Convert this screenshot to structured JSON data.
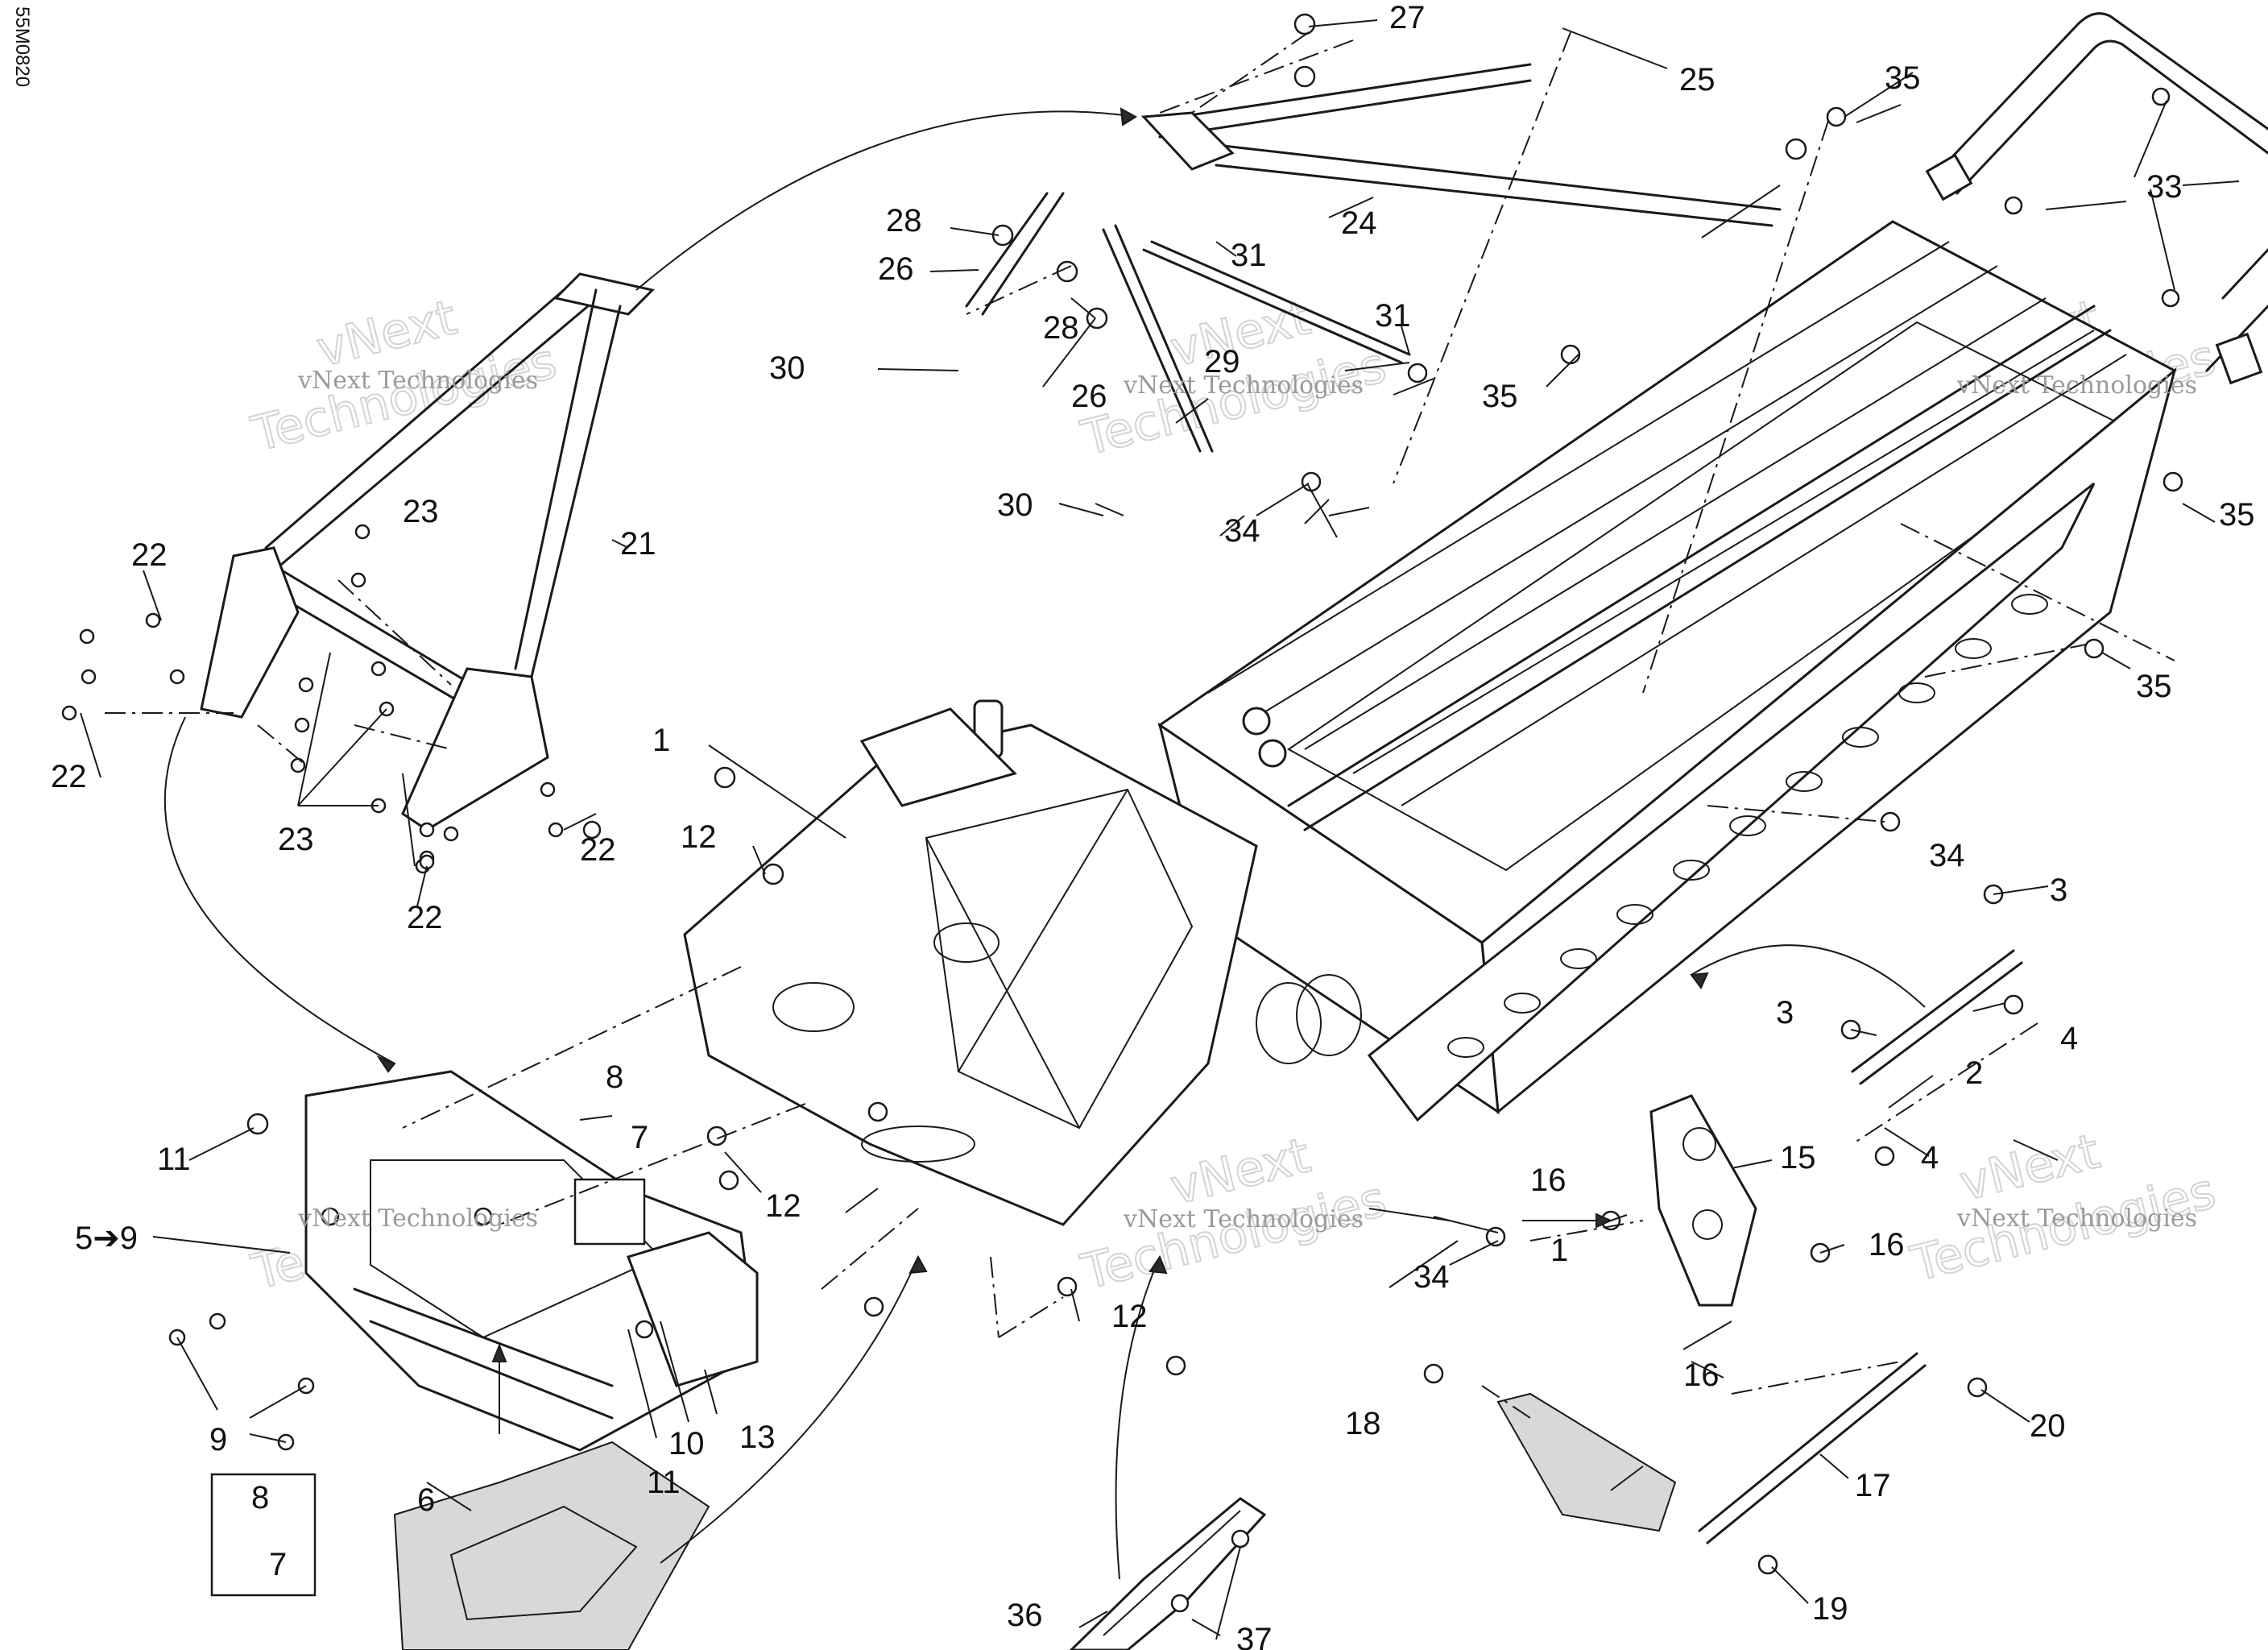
{
  "drawing_code": "55M0820",
  "watermark": {
    "small": "vNext Technologies",
    "large_top": "vNext",
    "large_bottom": "Technologies"
  },
  "callouts": [
    {
      "id": "c1a",
      "text": "1"
    },
    {
      "id": "c1b",
      "text": "1"
    },
    {
      "id": "c2",
      "text": "2"
    },
    {
      "id": "c3a",
      "text": "3"
    },
    {
      "id": "c3b",
      "text": "3"
    },
    {
      "id": "c4a",
      "text": "4"
    },
    {
      "id": "c4b",
      "text": "4"
    },
    {
      "id": "c5to9",
      "text": "5➔9"
    },
    {
      "id": "c6",
      "text": "6"
    },
    {
      "id": "c7a",
      "text": "7"
    },
    {
      "id": "c7b",
      "text": "7"
    },
    {
      "id": "c8a",
      "text": "8"
    },
    {
      "id": "c8b",
      "text": "8"
    },
    {
      "id": "c9a",
      "text": "9"
    },
    {
      "id": "c10",
      "text": "10"
    },
    {
      "id": "c11a",
      "text": "11"
    },
    {
      "id": "c11b",
      "text": "11"
    },
    {
      "id": "c12a",
      "text": "12"
    },
    {
      "id": "c12b",
      "text": "12"
    },
    {
      "id": "c12c",
      "text": "12"
    },
    {
      "id": "c13",
      "text": "13"
    },
    {
      "id": "c15",
      "text": "15"
    },
    {
      "id": "c16a",
      "text": "16"
    },
    {
      "id": "c16b",
      "text": "16"
    },
    {
      "id": "c16c",
      "text": "16"
    },
    {
      "id": "c17",
      "text": "17"
    },
    {
      "id": "c18",
      "text": "18"
    },
    {
      "id": "c19",
      "text": "19"
    },
    {
      "id": "c20",
      "text": "20"
    },
    {
      "id": "c21",
      "text": "21"
    },
    {
      "id": "c22a",
      "text": "22"
    },
    {
      "id": "c22b",
      "text": "22"
    },
    {
      "id": "c22c",
      "text": "22"
    },
    {
      "id": "c22d",
      "text": "22"
    },
    {
      "id": "c23a",
      "text": "23"
    },
    {
      "id": "c23b",
      "text": "23"
    },
    {
      "id": "c24",
      "text": "24"
    },
    {
      "id": "c25",
      "text": "25"
    },
    {
      "id": "c26a",
      "text": "26"
    },
    {
      "id": "c26b",
      "text": "26"
    },
    {
      "id": "c27",
      "text": "27"
    },
    {
      "id": "c28a",
      "text": "28"
    },
    {
      "id": "c28b",
      "text": "28"
    },
    {
      "id": "c29",
      "text": "29"
    },
    {
      "id": "c30a",
      "text": "30"
    },
    {
      "id": "c30b",
      "text": "30"
    },
    {
      "id": "c31a",
      "text": "31"
    },
    {
      "id": "c31b",
      "text": "31"
    },
    {
      "id": "c33",
      "text": "33"
    },
    {
      "id": "c34a",
      "text": "34"
    },
    {
      "id": "c34b",
      "text": "34"
    },
    {
      "id": "c34c",
      "text": "34"
    },
    {
      "id": "c35a",
      "text": "35"
    },
    {
      "id": "c35b",
      "text": "35"
    },
    {
      "id": "c35c",
      "text": "35"
    },
    {
      "id": "c35d",
      "text": "35"
    },
    {
      "id": "c36",
      "text": "36"
    },
    {
      "id": "c37",
      "text": "37"
    }
  ]
}
